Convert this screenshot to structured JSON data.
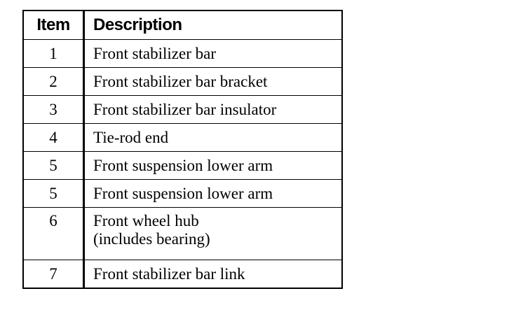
{
  "table": {
    "headers": {
      "item": "Item",
      "description": "Description"
    },
    "rows": [
      {
        "item": "1",
        "description": [
          "Front stabilizer bar"
        ]
      },
      {
        "item": "2",
        "description": [
          "Front stabilizer bar bracket"
        ]
      },
      {
        "item": "3",
        "description": [
          "Front stabilizer bar insulator"
        ]
      },
      {
        "item": "4",
        "description": [
          "Tie-rod end"
        ]
      },
      {
        "item": "5",
        "description": [
          "Front suspension lower arm"
        ]
      },
      {
        "item": "5",
        "description": [
          "Front suspension lower arm"
        ]
      },
      {
        "item": "6",
        "description": [
          "Front wheel hub",
          "(includes bearing)"
        ]
      },
      {
        "item": "7",
        "description": [
          "Front stabilizer bar link"
        ]
      }
    ]
  }
}
